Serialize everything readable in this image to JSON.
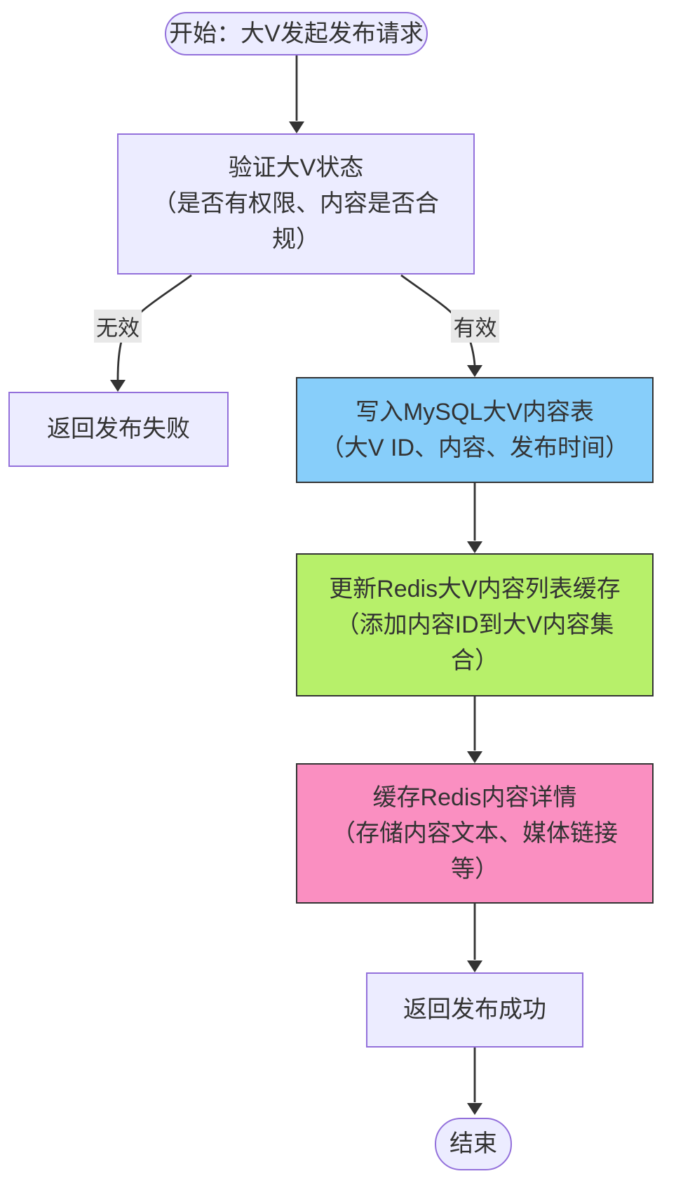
{
  "flowchart": {
    "direction": "top-down",
    "nodes": {
      "start": {
        "shape": "stadium",
        "lines": [
          "开始：大V发起发布请求"
        ]
      },
      "validate_status": {
        "shape": "rect",
        "lines": [
          "验证大V状态",
          "（是否有权限、内容是否合",
          "规）"
        ]
      },
      "publish_fail": {
        "shape": "rect",
        "lines": [
          "返回发布失败"
        ]
      },
      "write_mysql": {
        "shape": "rect",
        "lines": [
          "写入MySQL大V内容表",
          "（大V ID、内容、发布时间）"
        ]
      },
      "update_redis_list": {
        "shape": "rect",
        "lines": [
          "更新Redis大V内容列表缓存",
          "（添加内容ID到大V内容集",
          "合）"
        ]
      },
      "cache_redis_detail": {
        "shape": "rect",
        "lines": [
          "缓存Redis内容详情",
          "（存储内容文本、媒体链接",
          "等）"
        ]
      },
      "publish_success": {
        "shape": "rect",
        "lines": [
          "返回发布成功"
        ]
      },
      "end": {
        "shape": "stadium",
        "lines": [
          "结束"
        ]
      }
    },
    "edge_labels": {
      "invalid": "无效",
      "valid": "有效"
    },
    "edges": [
      {
        "from": "start",
        "to": "validate_status",
        "label": ""
      },
      {
        "from": "validate_status",
        "to": "publish_fail",
        "label": "无效"
      },
      {
        "from": "validate_status",
        "to": "write_mysql",
        "label": "有效"
      },
      {
        "from": "write_mysql",
        "to": "update_redis_list",
        "label": ""
      },
      {
        "from": "update_redis_list",
        "to": "cache_redis_detail",
        "label": ""
      },
      {
        "from": "cache_redis_detail",
        "to": "publish_success",
        "label": ""
      },
      {
        "from": "publish_success",
        "to": "end",
        "label": ""
      }
    ],
    "colors": {
      "default_node_fill": "#ECECFF",
      "default_node_border": "#9370DB",
      "mysql_node_fill": "#87CEFA",
      "redis_list_node_fill": "#B7F06A",
      "redis_detail_node_fill": "#FA8FC1",
      "colored_node_border": "#333333",
      "edge_stroke": "#333333",
      "edge_label_bg": "#E8E8E8",
      "text_color": "#333333",
      "background": "#FFFFFF"
    }
  }
}
